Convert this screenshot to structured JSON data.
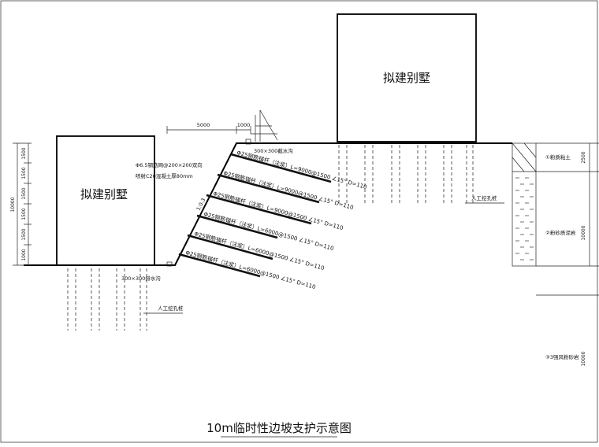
{
  "title": "10m临时性边坡支护示意图",
  "buildings": {
    "left_label": "拟建别墅",
    "right_label": "拟建别墅"
  },
  "dimensions": {
    "top_width": "5000",
    "top_small": "1000",
    "left_total": "10000",
    "left_segments": [
      "1500",
      "1500",
      "1500",
      "1500",
      "1500",
      "1000"
    ],
    "right_segments": [
      "2500",
      "10000",
      "10000"
    ]
  },
  "annotations": {
    "mesh": "Φ6.5钢筋网@200×200双向",
    "spray": "喷射C20混凝土厚80mm",
    "slope_ratio": "1:0.3",
    "ditch_top": "300×300截水沟",
    "ditch_bottom": "300×300排水沟",
    "pile_right": "人工挖孔桩",
    "pile_left": "人工挖孔桩"
  },
  "anchors": [
    "Φ25钢筋锚杆（注浆）L=9000@1500 ∠15° D=110",
    "Φ25钢筋锚杆（注浆）L=9000@1500 ∠15° D=110",
    "Φ25钢筋锚杆（注浆）L=9000@1500 ∠15° D=110",
    "Φ25钢筋锚杆（注浆）L=6000@1500 ∠15° D=110",
    "Φ25钢筋锚杆（注浆）L=6000@1500 ∠15° D=110",
    "Φ25钢筋锚杆（注浆）L=6000@1500 ∠15° D=110"
  ],
  "strata": [
    "①粉质粘土",
    "②粉砂质泥岩",
    "③3强风粉砂岩"
  ]
}
